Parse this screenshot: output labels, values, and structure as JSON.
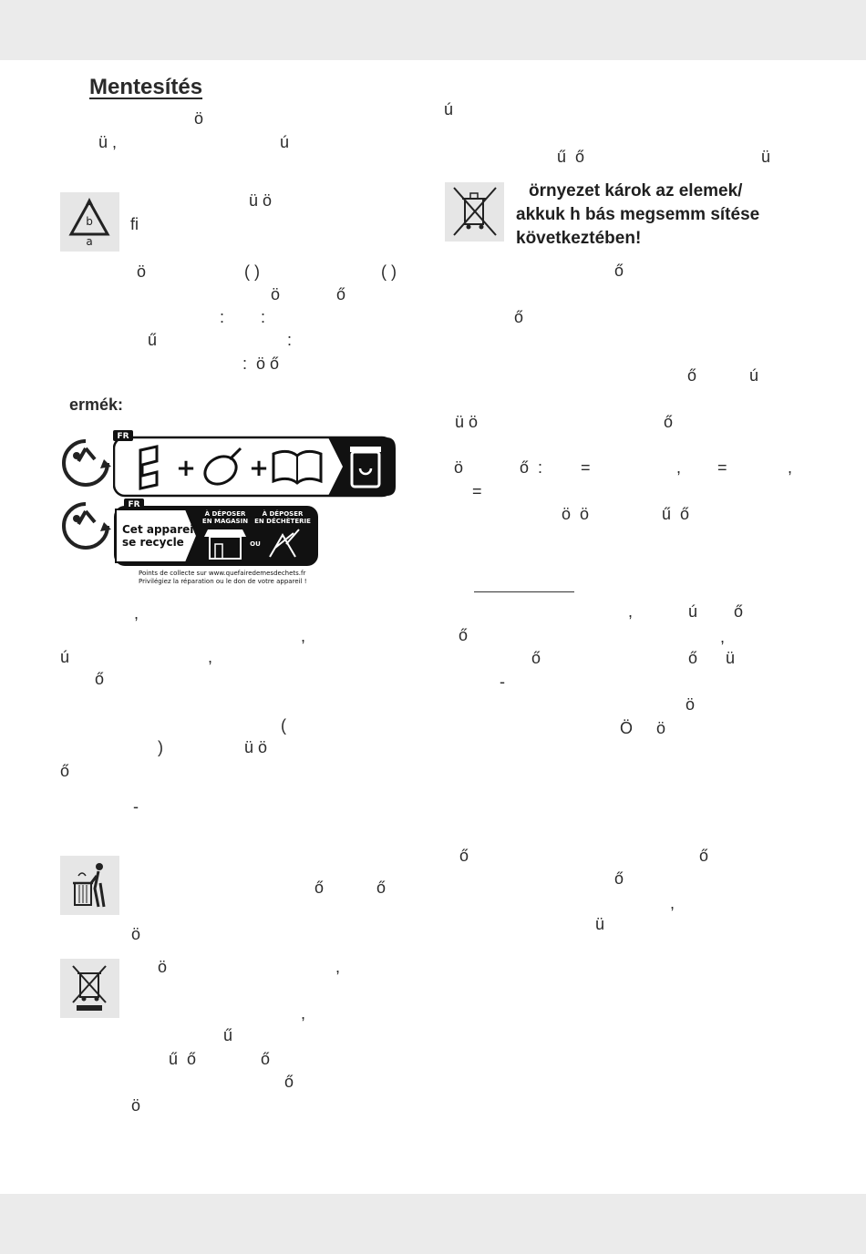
{
  "header": {
    "title": "Mentesítés"
  },
  "left_column": {
    "glyph_lines": [
      {
        "id": "l1",
        "text": "ö",
        "x": 0
      },
      {
        "id": "l2a",
        "text": "ü ,",
        "x": 0
      },
      {
        "id": "l2b",
        "text": "ú",
        "x": 0
      },
      {
        "id": "l3",
        "text": "ü ö",
        "x": 0
      },
      {
        "id": "l4",
        "text": "fi",
        "x": 0
      },
      {
        "id": "l5a",
        "text": "ö",
        "x": 0
      },
      {
        "id": "l5b",
        "text": "( )",
        "x": 0
      },
      {
        "id": "l5c",
        "text": "( )",
        "x": 0
      },
      {
        "id": "l6a",
        "text": "ö",
        "x": 0
      },
      {
        "id": "l6b",
        "text": "ő",
        "x": 0
      },
      {
        "id": "l7a",
        "text": ":",
        "x": 0
      },
      {
        "id": "l7b",
        "text": ":",
        "x": 0
      },
      {
        "id": "l8a",
        "text": "ű",
        "x": 0
      },
      {
        "id": "l8b",
        "text": ":",
        "x": 0
      },
      {
        "id": "l9",
        "text": ":  ö ő",
        "x": 0
      }
    ],
    "product_label": "ermék:",
    "triman": {
      "fr_badge": "FR",
      "recycle_text_line1": "Cet appareil",
      "recycle_text_line2": "se recycle",
      "deposit_store_line1": "À DÉPOSER",
      "deposit_store_line2": "EN MAGASIN",
      "or_label": "OU",
      "deposit_center_line1": "À DÉPOSER",
      "deposit_center_line2": "EN DÉCHÈTERIE",
      "footer_line1": "Points de collecte sur www.quefairedemesdechets.fr",
      "footer_line2": "Privilégiez la réparation ou le don de votre appareil !"
    },
    "glyphs_after": [
      {
        "id": "m1",
        "text": ","
      },
      {
        "id": "m2",
        "text": ","
      },
      {
        "id": "m3a",
        "text": "ú"
      },
      {
        "id": "m3b",
        "text": ","
      },
      {
        "id": "m4",
        "text": "ő"
      },
      {
        "id": "m5",
        "text": "("
      },
      {
        "id": "m6a",
        "text": ")"
      },
      {
        "id": "m6b",
        "text": "ü ö"
      },
      {
        "id": "m7",
        "text": "ő"
      },
      {
        "id": "m8",
        "text": "-"
      },
      {
        "id": "m9a",
        "text": "ő"
      },
      {
        "id": "m9b",
        "text": "ő"
      },
      {
        "id": "m10",
        "text": "ö"
      },
      {
        "id": "m11a",
        "text": "ö"
      },
      {
        "id": "m11b",
        "text": ","
      },
      {
        "id": "m12",
        "text": ","
      },
      {
        "id": "m13",
        "text": "ű"
      },
      {
        "id": "m14a",
        "text": "ű  ő"
      },
      {
        "id": "m14b",
        "text": "ő"
      },
      {
        "id": "m15",
        "text": "ő"
      },
      {
        "id": "m16",
        "text": "ö"
      }
    ]
  },
  "right_column": {
    "warning_line1": "örnyezet  károk az elemek/",
    "warning_line2": "akkuk h bás megsemm sítése",
    "warning_line3": "következtében!",
    "glyphs": [
      {
        "id": "r1",
        "text": "ú"
      },
      {
        "id": "r2a",
        "text": "ű  ő"
      },
      {
        "id": "r2b",
        "text": "ü"
      },
      {
        "id": "r3",
        "text": "ő"
      },
      {
        "id": "r4",
        "text": "ő"
      },
      {
        "id": "r5a",
        "text": "ő"
      },
      {
        "id": "r5b",
        "text": "ú"
      },
      {
        "id": "r6a",
        "text": "ü ö"
      },
      {
        "id": "r6b",
        "text": "ő"
      },
      {
        "id": "r7a",
        "text": "ö"
      },
      {
        "id": "r7b",
        "text": "ő  :"
      },
      {
        "id": "r7c",
        "text": "="
      },
      {
        "id": "r7d",
        "text": ","
      },
      {
        "id": "r7e",
        "text": "="
      },
      {
        "id": "r7f",
        "text": ","
      },
      {
        "id": "r8",
        "text": "="
      },
      {
        "id": "r9a",
        "text": "ö  ö"
      },
      {
        "id": "r9b",
        "text": "ű  ő"
      },
      {
        "id": "r10a",
        "text": ","
      },
      {
        "id": "r10b",
        "text": "ú"
      },
      {
        "id": "r10c",
        "text": "ő"
      },
      {
        "id": "r11a",
        "text": "ő"
      },
      {
        "id": "r11b",
        "text": ","
      },
      {
        "id": "r12a",
        "text": "ő"
      },
      {
        "id": "r12b",
        "text": "ő"
      },
      {
        "id": "r12c",
        "text": "ü"
      },
      {
        "id": "r13",
        "text": "-"
      },
      {
        "id": "r14",
        "text": "ö"
      },
      {
        "id": "r15a",
        "text": "Ö"
      },
      {
        "id": "r15b",
        "text": "ö"
      },
      {
        "id": "r16a",
        "text": "ő"
      },
      {
        "id": "r16b",
        "text": "ő"
      },
      {
        "id": "r17",
        "text": "ő"
      },
      {
        "id": "r18",
        "text": ","
      },
      {
        "id": "r19",
        "text": "ü"
      }
    ]
  },
  "icons": {
    "recycle_code_letters_top": "b",
    "recycle_code_letters_bottom": "a"
  }
}
